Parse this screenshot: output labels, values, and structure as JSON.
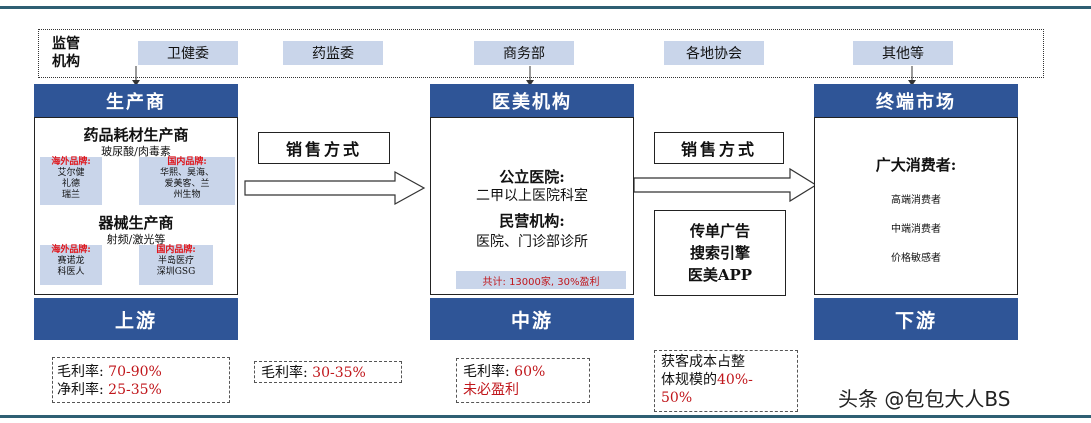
{
  "regulators": {
    "title": "监管\n机构",
    "items": [
      "卫健委",
      "药监委",
      "商务部",
      "各地协会",
      "其他等"
    ]
  },
  "upstream": {
    "header": "生产商",
    "footer": "上游",
    "pharma_title": "药品耗材生产商",
    "pharma_sub": "玻尿酸/肉毒素",
    "pharma_foreign_label": "海外品牌:",
    "pharma_foreign_list": "艾尔健\n礼德\n瑞兰",
    "pharma_domestic_label": "国内品牌:",
    "pharma_domestic_list": "华熙、昊海、\n爱美客、兰\n州生物",
    "device_title": "器械生产商",
    "device_sub": "射频/激光等",
    "device_foreign_label": "海外品牌:",
    "device_foreign_list": "赛诺龙\n科医人",
    "device_domestic_label": "国内品牌:",
    "device_domestic_list": "半岛医疗\n深圳GSG"
  },
  "midstream": {
    "header": "医美机构",
    "footer": "中游",
    "public_title": "公立医院:",
    "public_desc": "二甲以上医院科室",
    "private_title": "民营机构:",
    "private_desc": "医院、门诊部诊所",
    "stat": "共计: 13000家, 30%盈利"
  },
  "downstream": {
    "header": "终端市场",
    "footer": "下游",
    "consumers_title": "广大消费者:",
    "segments": [
      "高端消费者",
      "中端消费者",
      "价格敏感者"
    ]
  },
  "sales_label_1": "销售方式",
  "sales_label_2": "销售方式",
  "channels": "传单广告\n搜索引擎\n医美APP",
  "margins": {
    "up_gross_label": "毛利率:",
    "up_gross_value": "70-90%",
    "up_net_label": "净利率:",
    "up_net_value": "25-35%",
    "sale_gross_label": "毛利率:",
    "sale_gross_value": "30-35%",
    "mid_gross_label": "毛利率:",
    "mid_gross_value": "60%",
    "mid_note": "未必盈利",
    "cac_text": "获客成本占整\n体规模的",
    "cac_value": "40%-\n50%"
  },
  "watermark": "头条 @包包大人BS",
  "colors": {
    "header_blue": "#2f5597",
    "pill_blue": "#c9d5ea",
    "accent_red": "#c0161b"
  }
}
